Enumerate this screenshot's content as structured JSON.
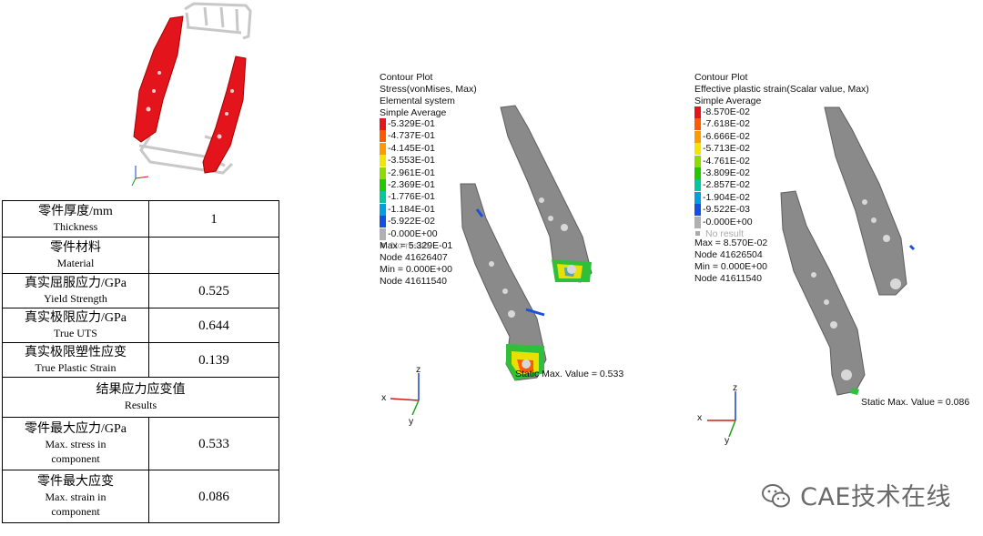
{
  "table": {
    "rows": [
      {
        "cn": "零件厚度/mm",
        "en": "Thickness",
        "value": "1"
      },
      {
        "cn": "零件材料",
        "en": "Material",
        "value": ""
      },
      {
        "cn": "真实屈服应力/GPa",
        "en": "Yield  Strength",
        "value": "0.525"
      },
      {
        "cn": "真实极限应力/GPa",
        "en": "True  UTS",
        "value": "0.644"
      },
      {
        "cn": "真实极限塑性应变",
        "en": "True  Plastic  Strain",
        "value": "0.139"
      }
    ],
    "results_header": {
      "cn": "结果应力应变值",
      "en": "Results"
    },
    "results": [
      {
        "cn": "零件最大应力/GPa",
        "en_line1": "Max. stress in",
        "en_line2": "component",
        "value": "0.533"
      },
      {
        "cn": "零件最大应变",
        "en_line1": "Max. strain  in",
        "en_line2": "component",
        "value": "0.086"
      }
    ]
  },
  "plot1": {
    "title": "Contour Plot",
    "result": "Stress(vonMises, Max)",
    "system": "Elemental system",
    "averaging": "Simple Average",
    "legend_values": [
      "5.329E-01",
      "4.737E-01",
      "4.145E-01",
      "3.553E-01",
      "2.961E-01",
      "2.369E-01",
      "1.776E-01",
      "1.184E-01",
      "5.922E-02",
      "0.000E+00"
    ],
    "no_result": "No result",
    "max": "Max = 5.329E-01",
    "max_node": "Node 41626407",
    "min": "Min = 0.000E+00",
    "min_node": "Node 41611540",
    "static_max": "Static Max. Value =  0.533"
  },
  "plot2": {
    "title": "Contour Plot",
    "result": "Effective plastic strain(Scalar value, Max)",
    "averaging": "Simple Average",
    "legend_values": [
      "8.570E-02",
      "7.618E-02",
      "6.666E-02",
      "5.713E-02",
      "4.761E-02",
      "3.809E-02",
      "2.857E-02",
      "1.904E-02",
      "9.522E-03",
      "0.000E+00"
    ],
    "no_result": "No result",
    "max": "Max = 8.570E-02",
    "max_node": "Node 41626504",
    "min": "Min = 0.000E+00",
    "min_node": "Node 41611540",
    "static_max": "Static Max. Value =  0.086"
  },
  "axes": {
    "x": "x",
    "y": "y",
    "z": "z"
  },
  "legend_colors": [
    "#e8141c",
    "#ff5a00",
    "#ff9a00",
    "#f2e600",
    "#8ddc00",
    "#22c800",
    "#00c8a0",
    "#00a0e0",
    "#1450e0",
    "#b0b0b0"
  ],
  "watermark": {
    "text": "CAE技术在线",
    "icon": "wechat-icon"
  }
}
